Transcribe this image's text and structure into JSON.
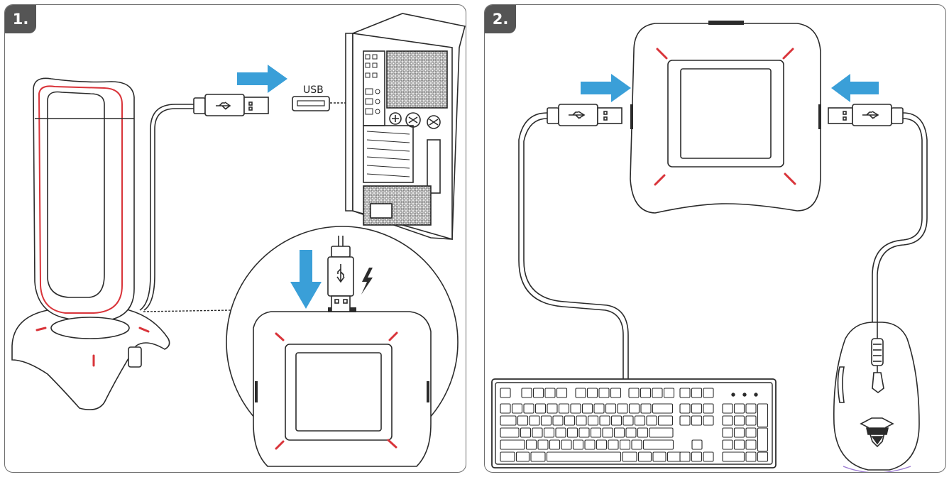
{
  "steps": [
    {
      "number": "1.",
      "port_label": "USB"
    },
    {
      "number": "2."
    }
  ],
  "colors": {
    "arrow": "#3a9fd8",
    "led": "#d9343a",
    "line": "#2b2b2b",
    "step_badge": "#555555"
  },
  "icons": [
    "usb-plug-icon",
    "power-bolt-icon",
    "arrow-right-icon",
    "arrow-left-icon",
    "arrow-down-icon",
    "trust-gxt-logo"
  ]
}
